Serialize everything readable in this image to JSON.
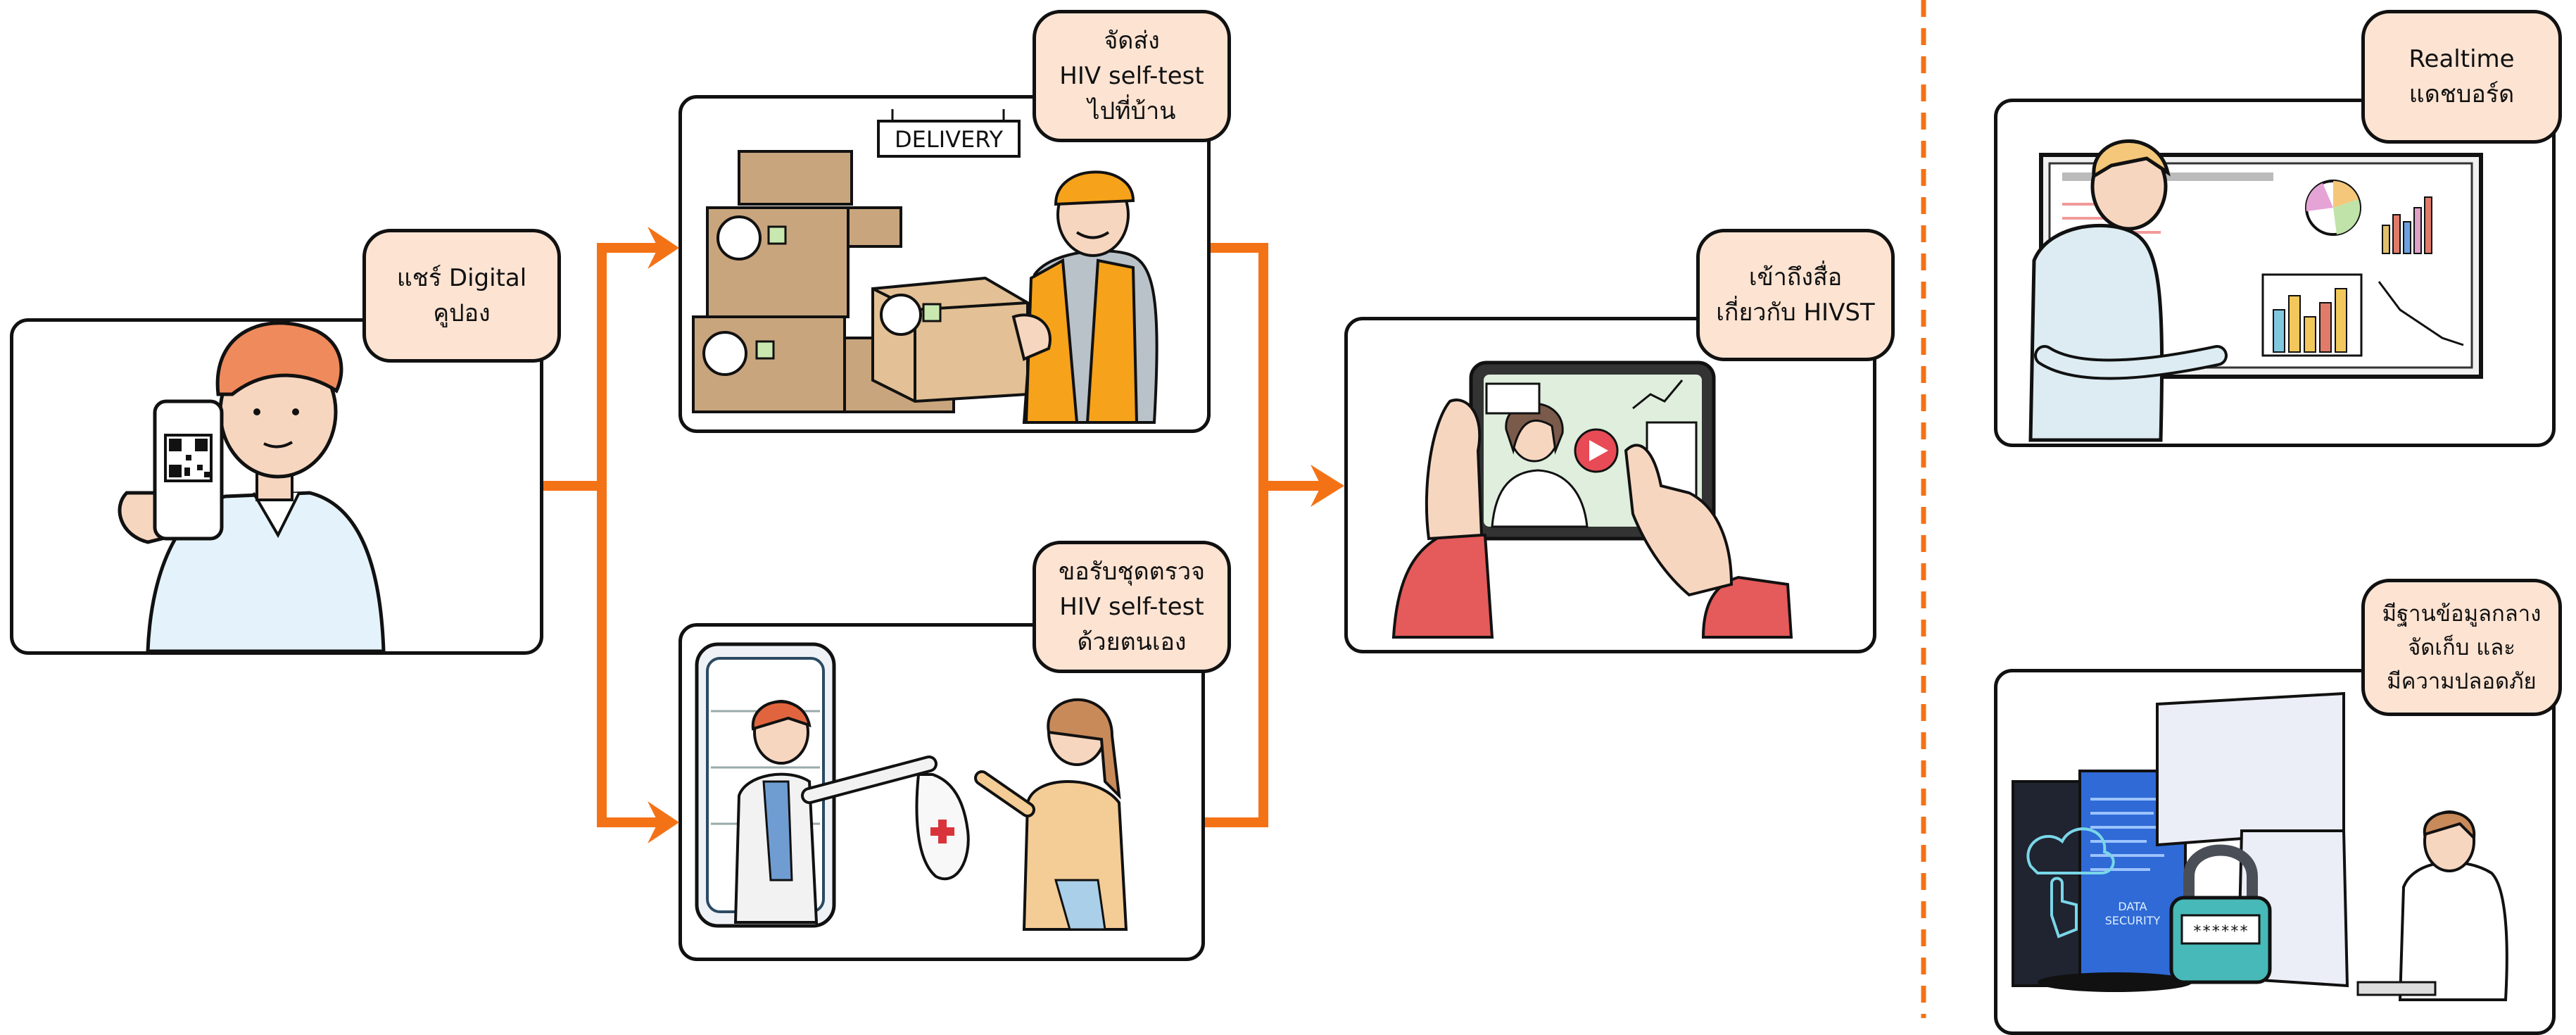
{
  "colors": {
    "accent": "#f47216",
    "label_bg": "#fde3d2",
    "outline": "#111111"
  },
  "nodes": {
    "share_coupon": {
      "line1": "แชร์ Digital",
      "line2": "คูปอง"
    },
    "delivery": {
      "line1": "จัดส่ง",
      "line2": "HIV self-test",
      "line3": "ไปที่บ้าน",
      "sign": "DELIVERY"
    },
    "pickup": {
      "line1": "ขอรับชุดตรวจ",
      "line2": "HIV self-test",
      "line3": "ด้วยตนเอง"
    },
    "media": {
      "line1": "เข้าถึงสื่อ",
      "line2": "เกี่ยวกับ HIVST"
    },
    "dashboard": {
      "line1": "Realtime",
      "line2": "แดชบอร์ด"
    },
    "database": {
      "line1": "มีฐานข้อมูลกลาง",
      "line2": "จัดเก็บ และ",
      "line3": "มีความปลอดภัย",
      "lock_text_1": "DATA",
      "lock_text_2": "SECURITY",
      "password": "******"
    }
  },
  "icons": [
    "qr-code-icon",
    "delivery-boxes-icon",
    "tablet-video-icon",
    "play-icon",
    "padlock-icon",
    "cloud-touch-icon",
    "bar-chart-icon",
    "pie-chart-icon",
    "first-aid-bag-icon"
  ]
}
